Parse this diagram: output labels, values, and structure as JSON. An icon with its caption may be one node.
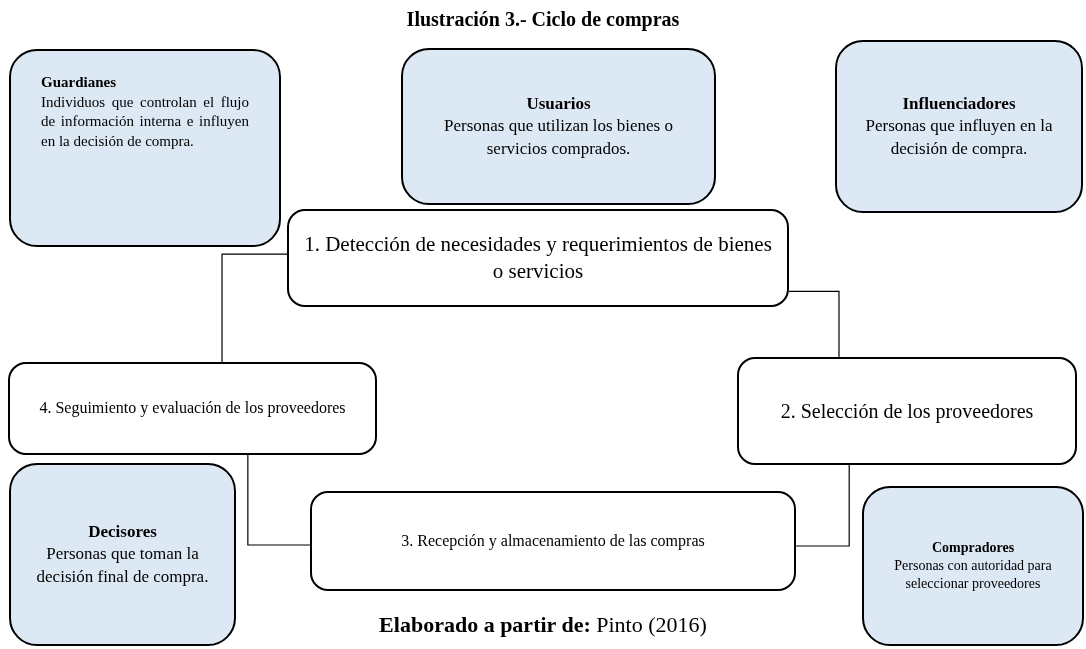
{
  "diagram": {
    "title": "Ilustración 3.- Ciclo de compras",
    "caption": "**Elaborado a partir de:** Pinto (2016)",
    "nodes": [
      {
        "text": [
          "Guardianes",
          "Individuos que controlan el flujo de información interna e influyen en la decisión de compra."
        ]
      },
      {
        "text": [
          "Usuarios",
          "Personas que utilizan los bienes o servicios comprados."
        ]
      },
      {
        "text": [
          "Influenciadores",
          "Personas que influyen en la decisión de compra."
        ]
      },
      {
        "text": [
          "1. Detección de necesidades y requerimientos de bienes o servicios"
        ]
      },
      {
        "text": [
          "4. Seguimiento y evaluación de los proveedores"
        ]
      },
      {
        "text": [
          "2. Selección de los proveedores"
        ]
      },
      {
        "text": [
          "Decisores",
          "Personas que toman la decisión final de compra."
        ]
      },
      {
        "text": [
          "3. Recepción y almacenamiento de las compras"
        ]
      },
      {
        "text": [
          "Compradores",
          "Personas con autoridad para seleccionar proveedores"
        ]
      }
    ],
    "edges": [
      {
        "from": 3,
        "to": 5,
        "arrow": "none"
      },
      {
        "from": 5,
        "to": 7,
        "arrow": "none"
      },
      {
        "from": 7,
        "to": 4,
        "arrow": "none"
      },
      {
        "from": 4,
        "to": 3,
        "arrow": "none"
      }
    ]
  }
}
